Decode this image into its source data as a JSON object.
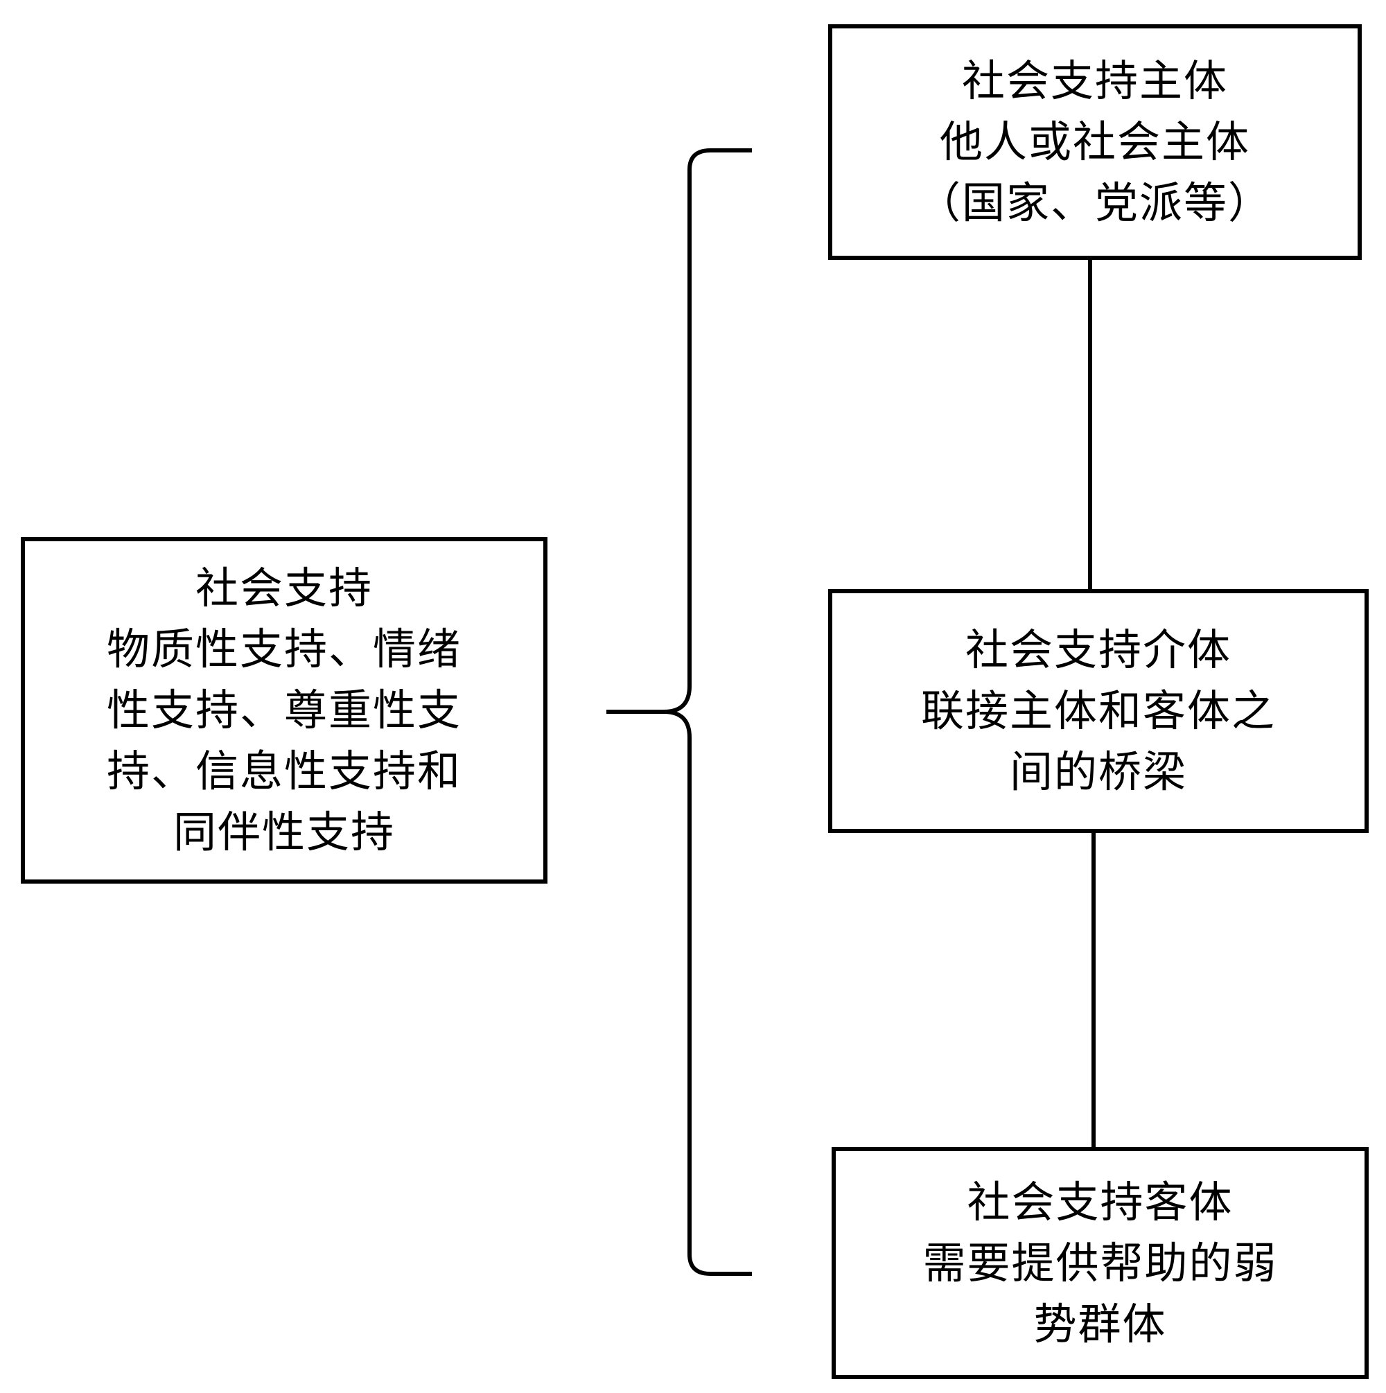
{
  "left_box": {
    "lines": [
      "社会支持",
      "物质性支持、情绪",
      "性支持、尊重性支",
      "持、信息性支持和",
      "同伴性支持"
    ]
  },
  "subject_box": {
    "lines": [
      "社会支持主体",
      "他人或社会主体",
      "（国家、党派等）"
    ]
  },
  "medium_box": {
    "lines": [
      "社会支持介体",
      "联接主体和客体之",
      "间的桥梁"
    ]
  },
  "object_box": {
    "lines": [
      "社会支持客体",
      "需要提供帮助的弱",
      "势群体"
    ]
  },
  "colors": {
    "stroke": "#000000",
    "background": "#ffffff"
  }
}
